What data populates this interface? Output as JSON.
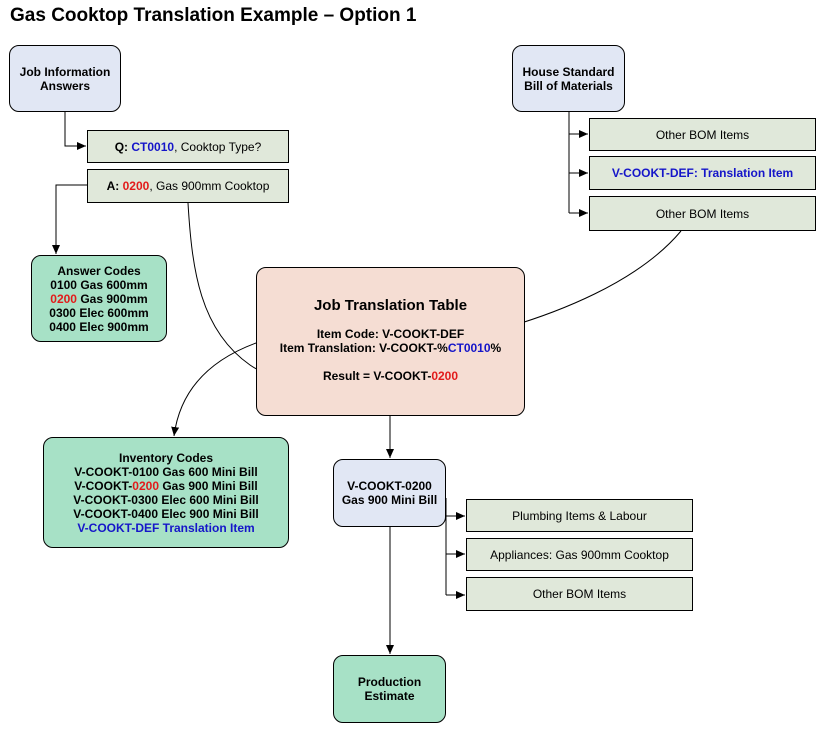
{
  "title": "Gas Cooktop Translation Example – Option 1",
  "job_info": {
    "line1": "Job Information",
    "line2": "Answers"
  },
  "house_bom": {
    "line1": "House Standard",
    "line2": "Bill of Materials"
  },
  "question": {
    "prefix": "Q: ",
    "code": "CT0010",
    "text": ", Cooktop Type?"
  },
  "answer": {
    "prefix": "A: ",
    "code": "0200",
    "text": ", Gas 900mm Cooktop"
  },
  "bom_items": {
    "other1": "Other BOM Items",
    "translation": "V-COOKT-DEF:  Translation Item",
    "other2": "Other BOM Items"
  },
  "answer_codes": {
    "title": "Answer Codes",
    "rows": [
      {
        "code": "0100",
        "rest": " Gas 600mm"
      },
      {
        "code": "0200",
        "rest": " Gas 900mm"
      },
      {
        "code": "0300",
        "rest": " Elec 600mm"
      },
      {
        "code": "0400",
        "rest": " Elec 900mm"
      }
    ]
  },
  "translation_table": {
    "title": "Job Translation Table",
    "item_code": "Item Code:  V-COOKT-DEF",
    "item_translation_prefix": "Item Translation:  V-COOKT-%",
    "item_translation_code": "CT0010",
    "item_translation_suffix": "%",
    "result_prefix": "Result = V-COOKT-",
    "result_code": "0200"
  },
  "inventory": {
    "title": "Inventory Codes",
    "row1": "V-COOKT-0100 Gas 600 Mini Bill",
    "row2_prefix": "V-COOKT-",
    "row2_code": "0200",
    "row2_suffix": " Gas 900 Mini Bill",
    "row3": "V-COOKT-0300 Elec 600 Mini Bill",
    "row4": "V-COOKT-0400 Elec 900 Mini Bill",
    "row5": "V-COOKT-DEF Translation Item"
  },
  "mini_bill": {
    "line1": "V-COOKT-0200",
    "line2": "Gas 900 Mini Bill"
  },
  "mini_items": {
    "plumbing": "Plumbing Items & Labour",
    "appliances": "Appliances:  Gas 900mm Cooktop",
    "other": "Other BOM Items"
  },
  "production": {
    "line1": "Production",
    "line2": "Estimate"
  },
  "colors": {
    "blue_text": "#1515c9",
    "red_text": "#e21b1b",
    "green_box": "#a7e1c6",
    "blue_box": "#e1e7f4",
    "pink_box": "#f5ddd3",
    "gray_box": "#e0e8da"
  }
}
